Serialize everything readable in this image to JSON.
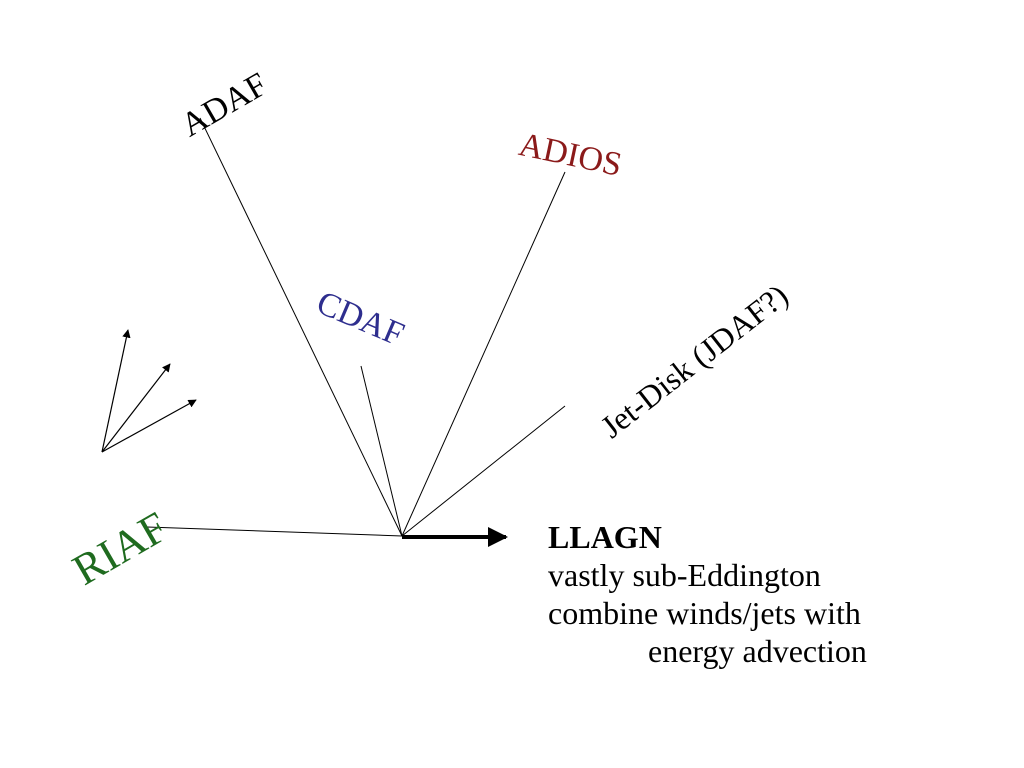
{
  "colors": {
    "line": "#000000",
    "adaf": "#000000",
    "adios": "#8b1a1a",
    "cdaf": "#2e2e8e",
    "jetdisk": "#000000",
    "riaf": "#1f6b1f",
    "text": "#000000"
  },
  "labels": {
    "adaf": "ADAF",
    "adios": "ADIOS",
    "cdaf": "CDAF",
    "jet_disk": "Jet-Disk (JDAF?)",
    "riaf": "RIAF"
  },
  "description": {
    "title": "LLAGN",
    "line2": "vastly sub-Eddington",
    "line3": "combine winds/jets with",
    "line4": "energy advection"
  }
}
